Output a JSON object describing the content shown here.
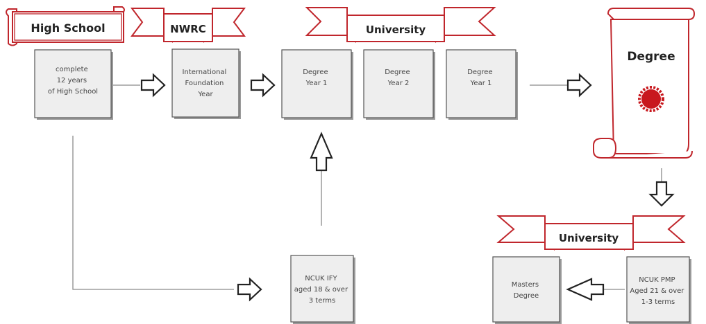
{
  "banners": {
    "high_school": "High School",
    "nwrc": "NWRC",
    "university_top": "University",
    "degree": "Degree",
    "university_bottom": "University"
  },
  "boxes": {
    "high_school": [
      "complete",
      "12 years",
      "of High School"
    ],
    "foundation": [
      "International",
      "Foundation",
      "Year"
    ],
    "uni_year1": [
      "Degree",
      "Year 1"
    ],
    "uni_year2": [
      "Degree",
      "Year 2"
    ],
    "uni_year3": [
      "Degree",
      "Year 1"
    ],
    "ncuk_ify": [
      "NCUK IFY",
      "aged 18 & over",
      "3 terms"
    ],
    "masters": [
      "Masters",
      "Degree"
    ],
    "ncuk_pmp": [
      "NCUK PMP",
      "Aged 21 & over",
      "1-3 terms"
    ]
  },
  "colors": {
    "ribbon_stroke": "#c0262c",
    "seal": "#c8181e",
    "box_fill": "#eeeeee"
  }
}
